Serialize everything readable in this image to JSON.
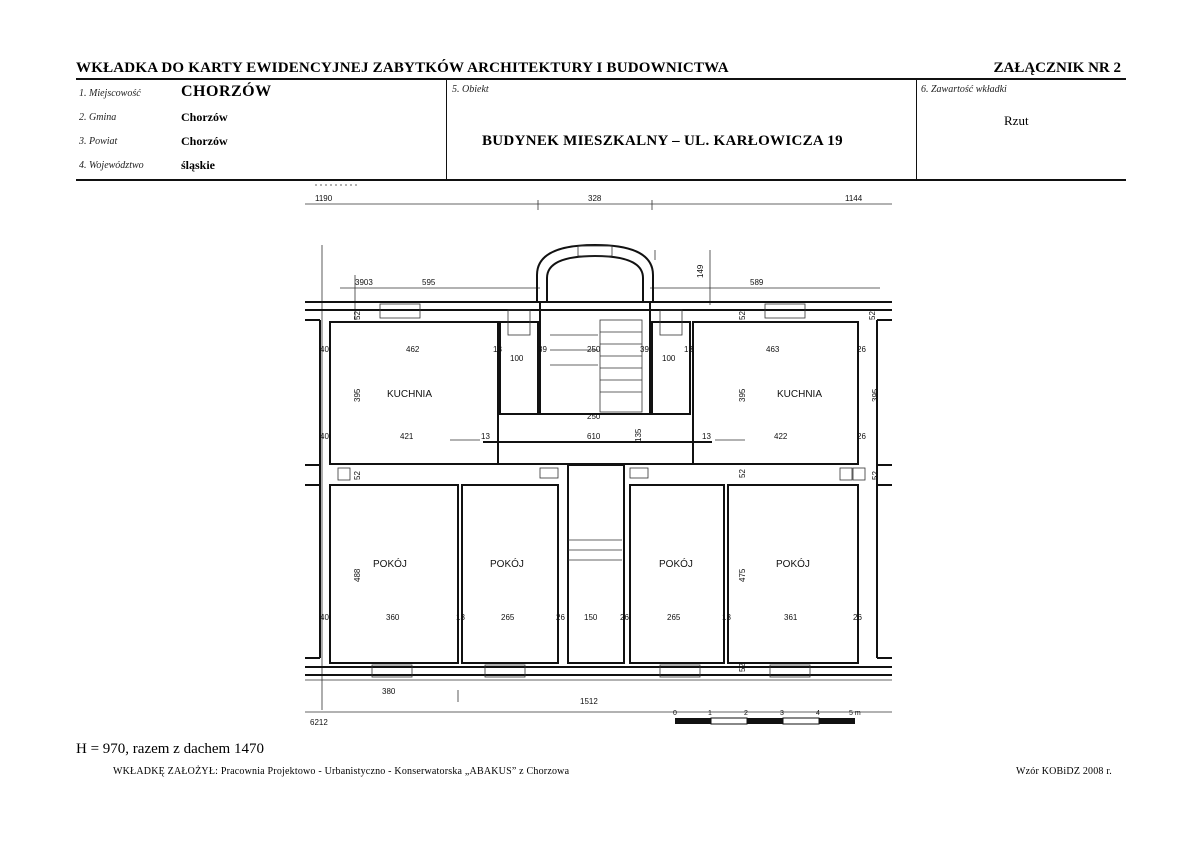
{
  "header": {
    "title": "WKŁADKA DO KARTY EWIDENCYJNEJ ZABYTKÓW ARCHITEKTURY I BUDOWNICTWA",
    "annex": "ZAŁĄCZNIK NR 2"
  },
  "fields": {
    "locality_label": "1. Miejscowość",
    "locality_value": "CHORZÓW",
    "commune_label": "2. Gmina",
    "commune_value": "Chorzów",
    "county_label": "3. Powiat",
    "county_value": "Chorzów",
    "voivodeship_label": "4. Województwo",
    "voivodeship_value": "śląskie",
    "object_label": "5. Obiekt",
    "object_value": "BUDYNEK MIESZKALNY – UL. KARŁOWICZA 19",
    "contents_label": "6. Zawartość wkładki",
    "contents_value": "Rzut"
  },
  "plan": {
    "dims": {
      "top_left": "1190",
      "top_mid": "328",
      "top_right": "1144",
      "d3903": "3903",
      "d595": "595",
      "d589": "589",
      "d149": "149",
      "d52": "52",
      "d40": "40",
      "d462": "462",
      "d463": "463",
      "d13": "13",
      "d100": "100",
      "d39": "39",
      "d250": "250",
      "d395": "395",
      "d26": "26",
      "d421": "421",
      "d610": "610",
      "d135": "135",
      "d422": "422",
      "d488": "488",
      "d475": "475",
      "d360": "360",
      "d265": "265",
      "d150": "150",
      "d361": "361",
      "d380": "380",
      "d1512": "1512",
      "d6212": "6212"
    },
    "rooms": {
      "kitchen": "KUCHNIA",
      "room": "POKÓJ"
    },
    "scale": {
      "t0": "0",
      "t1": "1",
      "t2": "2",
      "t3": "3",
      "t4": "4",
      "t5": "5 m"
    }
  },
  "footer": {
    "height": "H = 970, razem z dachem 1470",
    "authors": "WKŁADKĘ ZAŁOŻYŁ: Pracownia Projektowo - Urbanistyczno - Konserwatorska „ABAKUS” z Chorzowa",
    "template": "Wzór KOBiDZ 2008 r."
  }
}
